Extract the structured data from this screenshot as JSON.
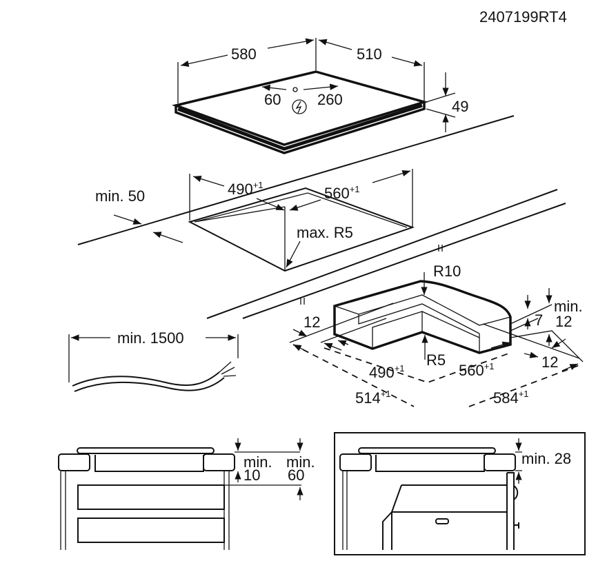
{
  "doc_id": "2407199RT4",
  "hob": {
    "width": "580",
    "depth": "510",
    "height": "49",
    "conn_left": "60",
    "conn_right": "260",
    "power_icon": "lightning-circle-icon"
  },
  "cutout": {
    "min_front": "min. 50",
    "depth": "490",
    "width": "560",
    "tol": "+1",
    "radius": "max. R5"
  },
  "cable": {
    "length": "min. 1500"
  },
  "frame": {
    "r_outer": "R10",
    "r_inner": "R5",
    "left_edge": "12",
    "right_edge": "12",
    "height": "7",
    "min_label": "min.",
    "min_val": "12",
    "inner_depth": "490",
    "inner_width": "560",
    "outer_depth": "514",
    "outer_width": "584",
    "tol": "+1"
  },
  "side_views": {
    "left": {
      "min_label_1": "min.",
      "val_1": "10",
      "min_label_2": "min.",
      "val_2": "60"
    },
    "right": {
      "label": "min. 28"
    }
  }
}
